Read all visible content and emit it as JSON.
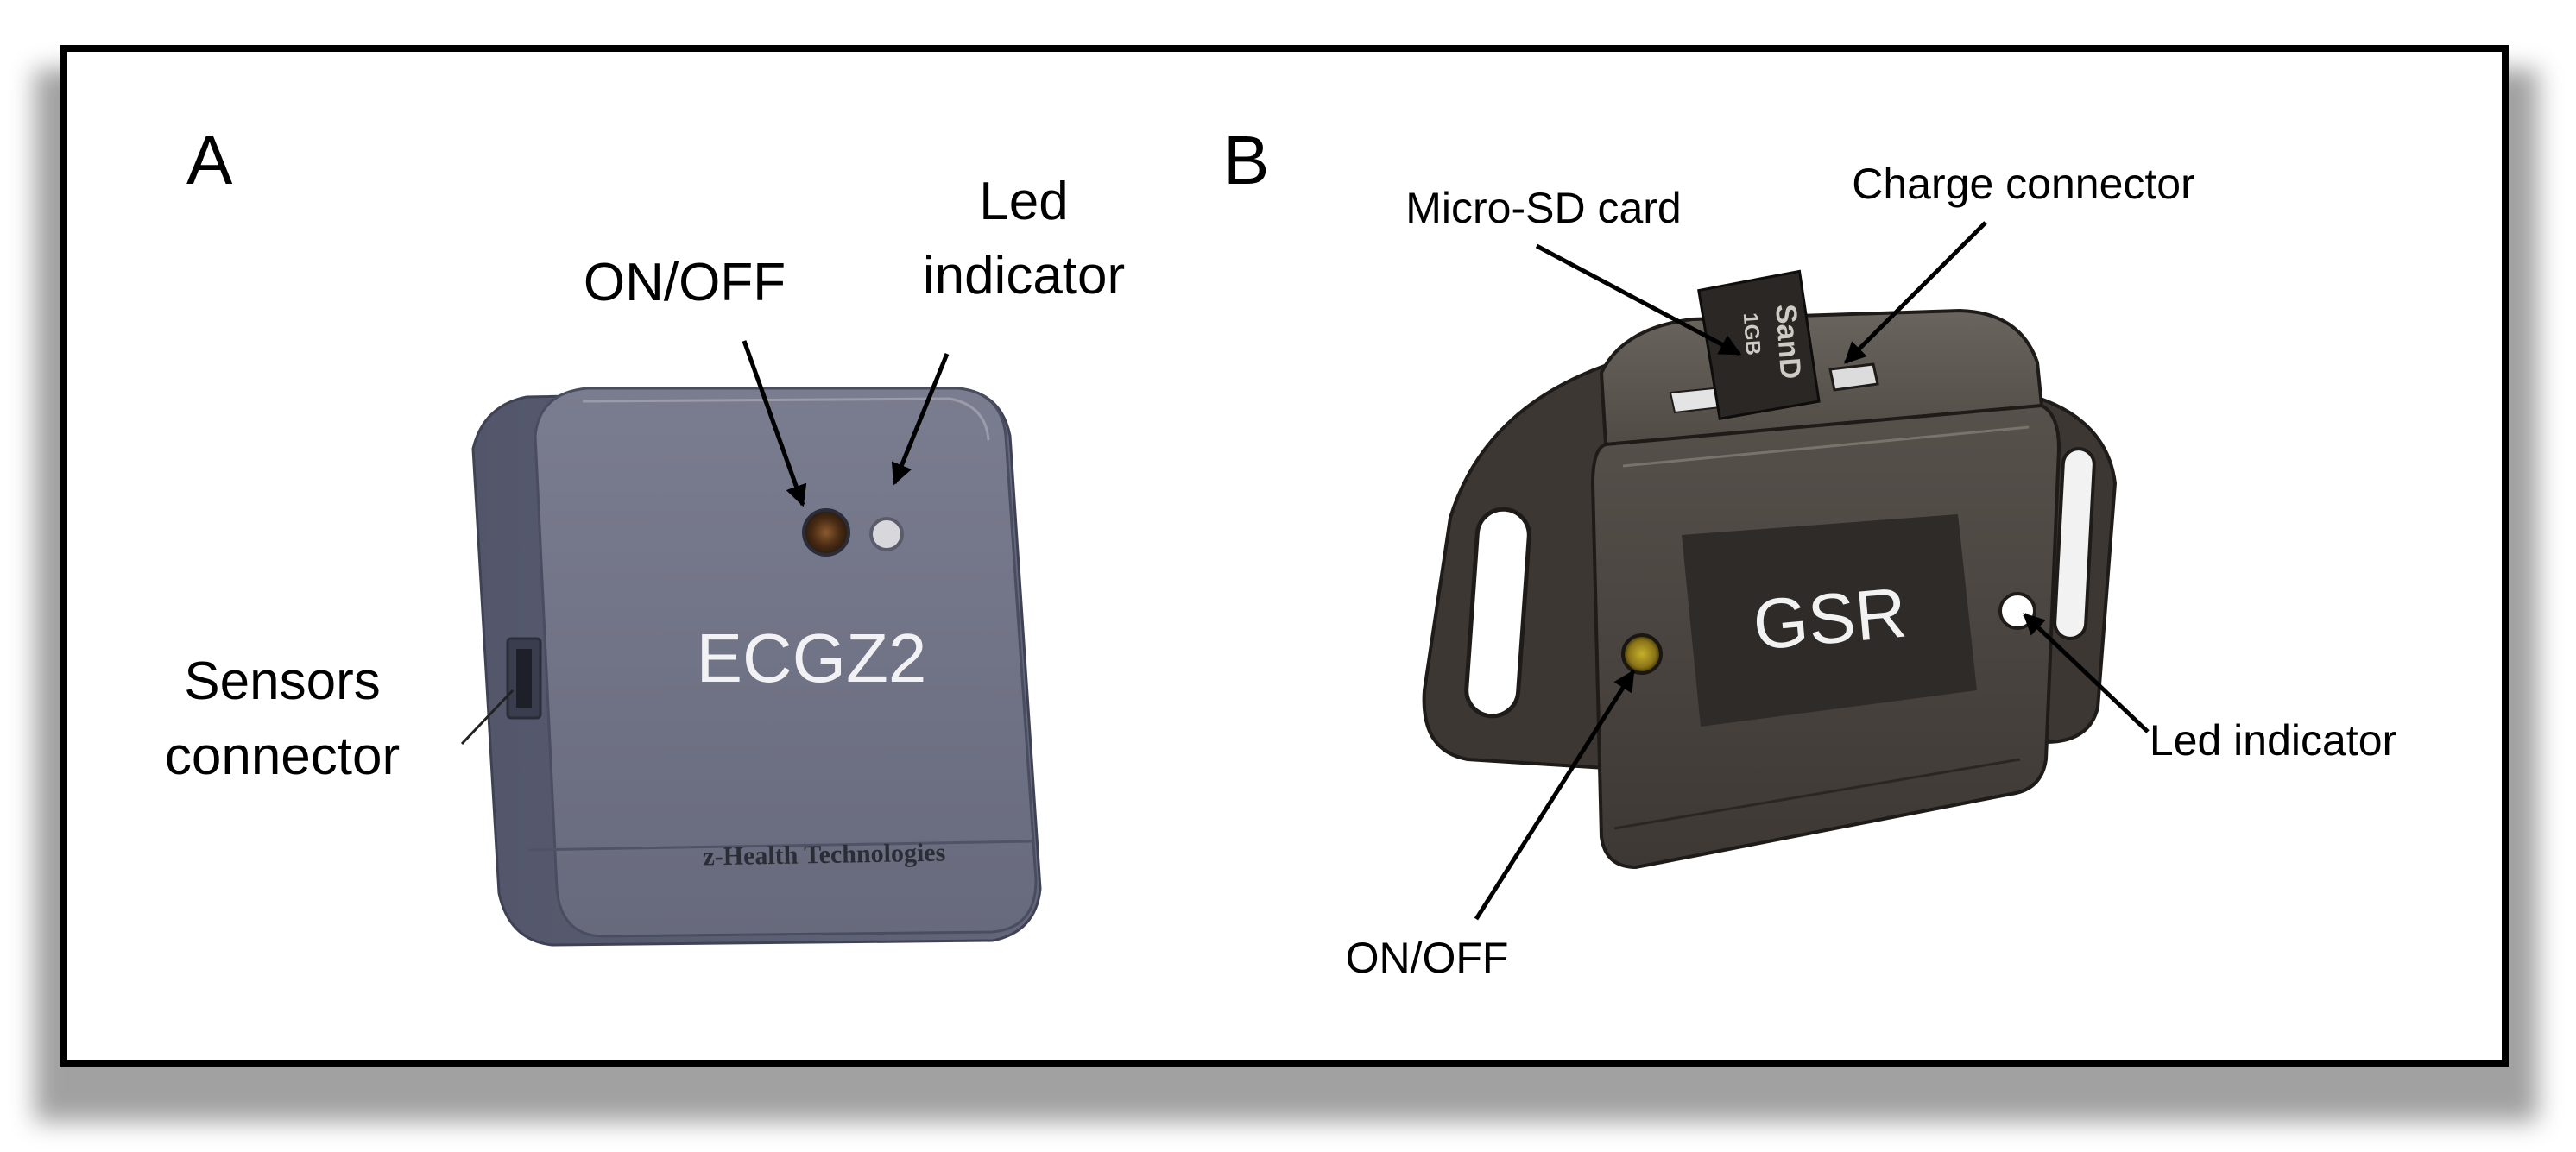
{
  "panels": {
    "a": {
      "letter": "A",
      "labels": {
        "on_off": "ON/OFF",
        "led_line1": "Led",
        "led_line2": "indicator",
        "sensors_line1": "Sensors",
        "sensors_line2": "connector"
      },
      "device": {
        "model": "ECGZ2",
        "brand": "z-Health Technologies",
        "body_color": "#6e7183"
      }
    },
    "b": {
      "letter": "B",
      "labels": {
        "micro_sd": "Micro-SD card",
        "charge": "Charge connector",
        "led": "Led indicator",
        "on_off": "ON/OFF"
      },
      "device": {
        "model": "GSR",
        "card_brand": "SanD",
        "card_size": "1GB",
        "body_color": "#4a4440"
      }
    }
  }
}
